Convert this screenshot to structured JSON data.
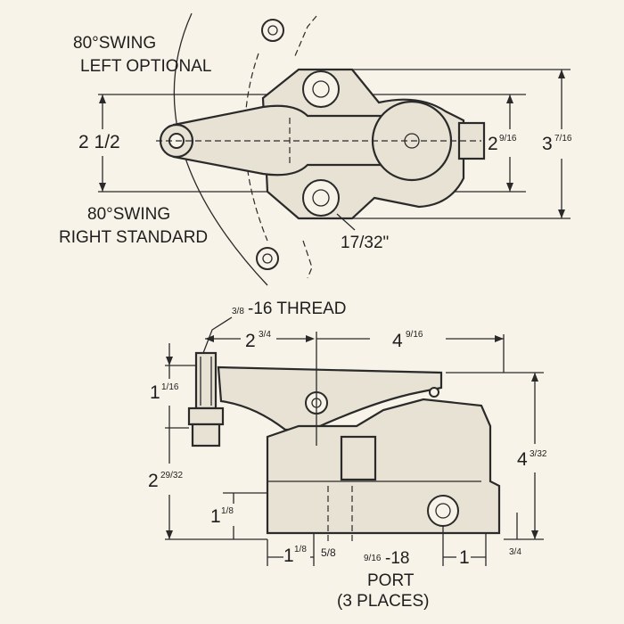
{
  "top_view": {
    "swing_left": {
      "line1": "80°SWING",
      "line2": "LEFT OPTIONAL"
    },
    "swing_right": {
      "line1": "80°SWING",
      "line2": "RIGHT STANDARD"
    },
    "dim_width": "2 1/2",
    "dim_small": {
      "whole": "2",
      "frac": "9/16"
    },
    "dim_height": {
      "whole": "3",
      "frac": "7/16"
    },
    "dim_offset": "17/32\""
  },
  "side_view": {
    "thread": {
      "frac": "3/8",
      "rest": "-16 THREAD"
    },
    "dim_top_left": {
      "whole": "2",
      "frac": "3/4"
    },
    "dim_top_right": {
      "whole": "4",
      "frac": "9/16"
    },
    "dim_stud": {
      "whole": "1",
      "frac": "1/16"
    },
    "dim_left_height": {
      "whole": "2",
      "frac": "29/32"
    },
    "dim_low": {
      "whole": "1",
      "frac": "1/8"
    },
    "dim_right_height": {
      "whole": "4",
      "frac": "3/32"
    },
    "dim_bottom_a": {
      "whole": "1",
      "frac": "1/8"
    },
    "dim_bottom_b": "5/8",
    "port_size": {
      "frac": "9/16",
      "rest": "-18"
    },
    "dim_bottom_c": "1",
    "dim_bottom_d": "3/4",
    "port": {
      "line1": "PORT",
      "line2": "(3 PLACES)"
    }
  }
}
